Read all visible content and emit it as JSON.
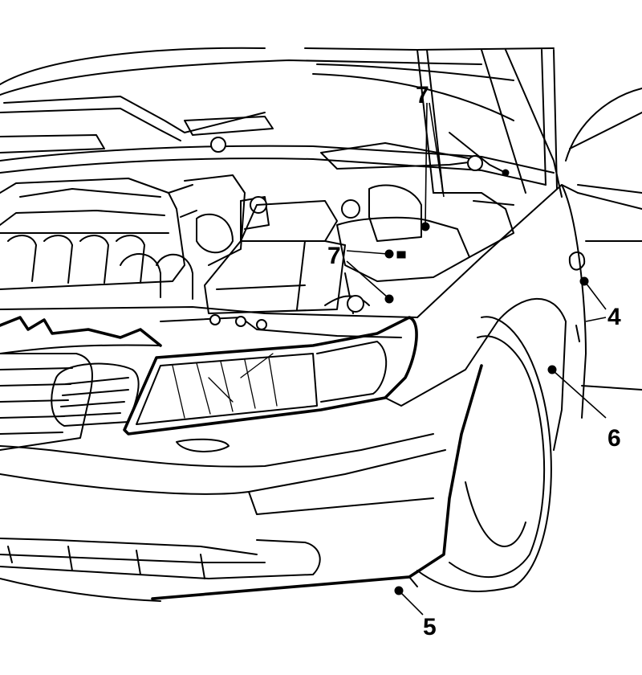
{
  "callouts": {
    "c7_top": "7",
    "c7_mid": "7",
    "c4": "4",
    "c6": "6",
    "c5": "5"
  },
  "colors": {
    "line": "#000000",
    "paper": "#ffffff"
  },
  "icons": [
    "fastener-icon"
  ]
}
